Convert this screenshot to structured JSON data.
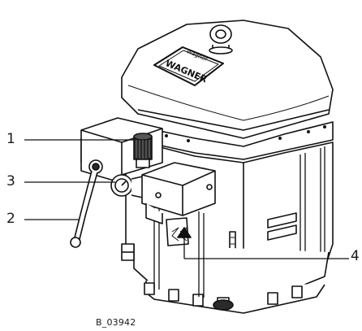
{
  "figure": {
    "logo_text": "WAGNER",
    "logo_subtext": "Wagner",
    "image_code": "B_03942",
    "callouts": [
      {
        "id": "c1",
        "label": "1"
      },
      {
        "id": "c2",
        "label": "3"
      },
      {
        "id": "c3",
        "label": "2"
      },
      {
        "id": "c4",
        "label": "4"
      }
    ]
  },
  "colors": {
    "line": "#111111",
    "body": "#ffffff",
    "shade": "#d9d9d9",
    "dark": "#2a2a2a"
  }
}
